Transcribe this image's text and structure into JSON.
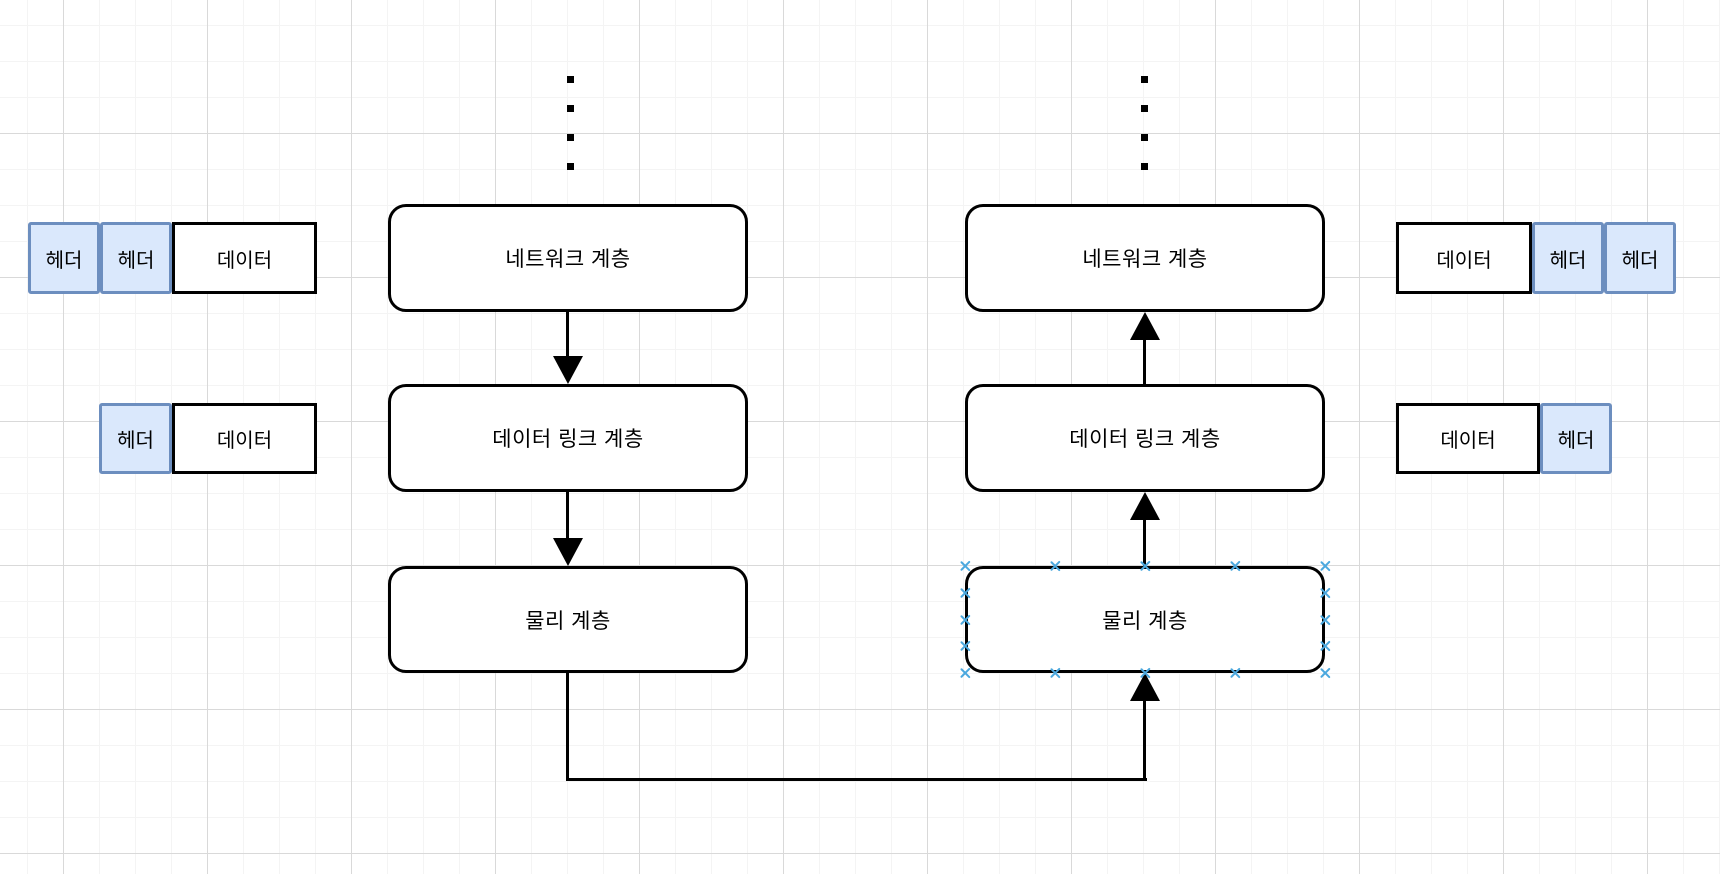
{
  "columns": {
    "sender": {
      "layers": [
        "네트워크 계층",
        "데이터 링크 계층",
        "물리 계층"
      ]
    },
    "receiver": {
      "layers": [
        "네트워크 계층",
        "데이터 링크 계층",
        "물리 계층"
      ]
    }
  },
  "packets": {
    "sender_network": [
      "헤더",
      "헤더",
      "데이터"
    ],
    "sender_datalink": [
      "헤더",
      "데이터"
    ],
    "receiver_network": [
      "데이터",
      "헤더",
      "헤더"
    ],
    "receiver_datalink": [
      "데이터",
      "헤더"
    ]
  },
  "colors": {
    "background": "#ffffff",
    "grid_minor": "#f4f4f4",
    "grid_major": "#d9d9d9",
    "shape_stroke": "#000000",
    "shape_fill": "#ffffff",
    "header_fill": "#dae8fc",
    "header_stroke": "#6c8ebf",
    "connection_point": "#4ba8de"
  }
}
